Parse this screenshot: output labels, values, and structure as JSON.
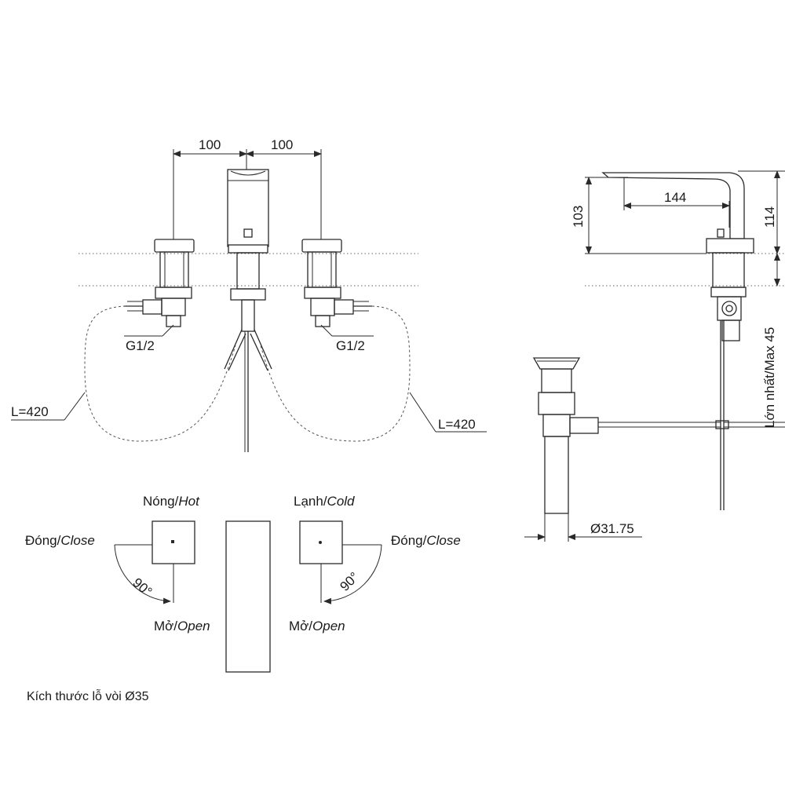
{
  "dimensions": {
    "spacing_left": "100",
    "spacing_right": "100",
    "reach": "144",
    "height_103": "103",
    "height_114": "114",
    "max_thickness": "Lớn nhất/Max 45",
    "drain_diameter": "Ø31.75"
  },
  "connections": {
    "thread_left": "G1/2",
    "thread_right": "G1/2",
    "hose_left": "L=420",
    "hose_right": "L=420"
  },
  "handles": {
    "hot": {
      "vi": "Nóng/",
      "en": "Hot"
    },
    "cold": {
      "vi": "Lạnh/",
      "en": "Cold"
    },
    "close": {
      "vi": "Đóng/",
      "en": "Close"
    },
    "open": {
      "vi": "Mở/",
      "en": "Open"
    },
    "angle": "90°"
  },
  "footer": {
    "hole_size": "Kích thước lỗ vòi Ø35"
  }
}
